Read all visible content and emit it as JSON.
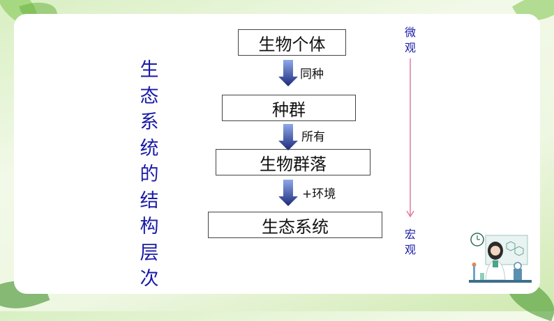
{
  "title_vertical": "生态系统的结构层次",
  "levels": [
    "生物个体",
    "种群",
    "生物群落",
    "生态系统"
  ],
  "arrows": [
    "同种",
    "所有",
    "+环境"
  ],
  "scale": {
    "top": "微观",
    "bottom": "宏观"
  },
  "colors": {
    "title": "#1a1aa8",
    "scale_line": "#e07aa0",
    "arrow_dark": "#1b2a7a",
    "arrow_light": "#8fa8e8"
  }
}
